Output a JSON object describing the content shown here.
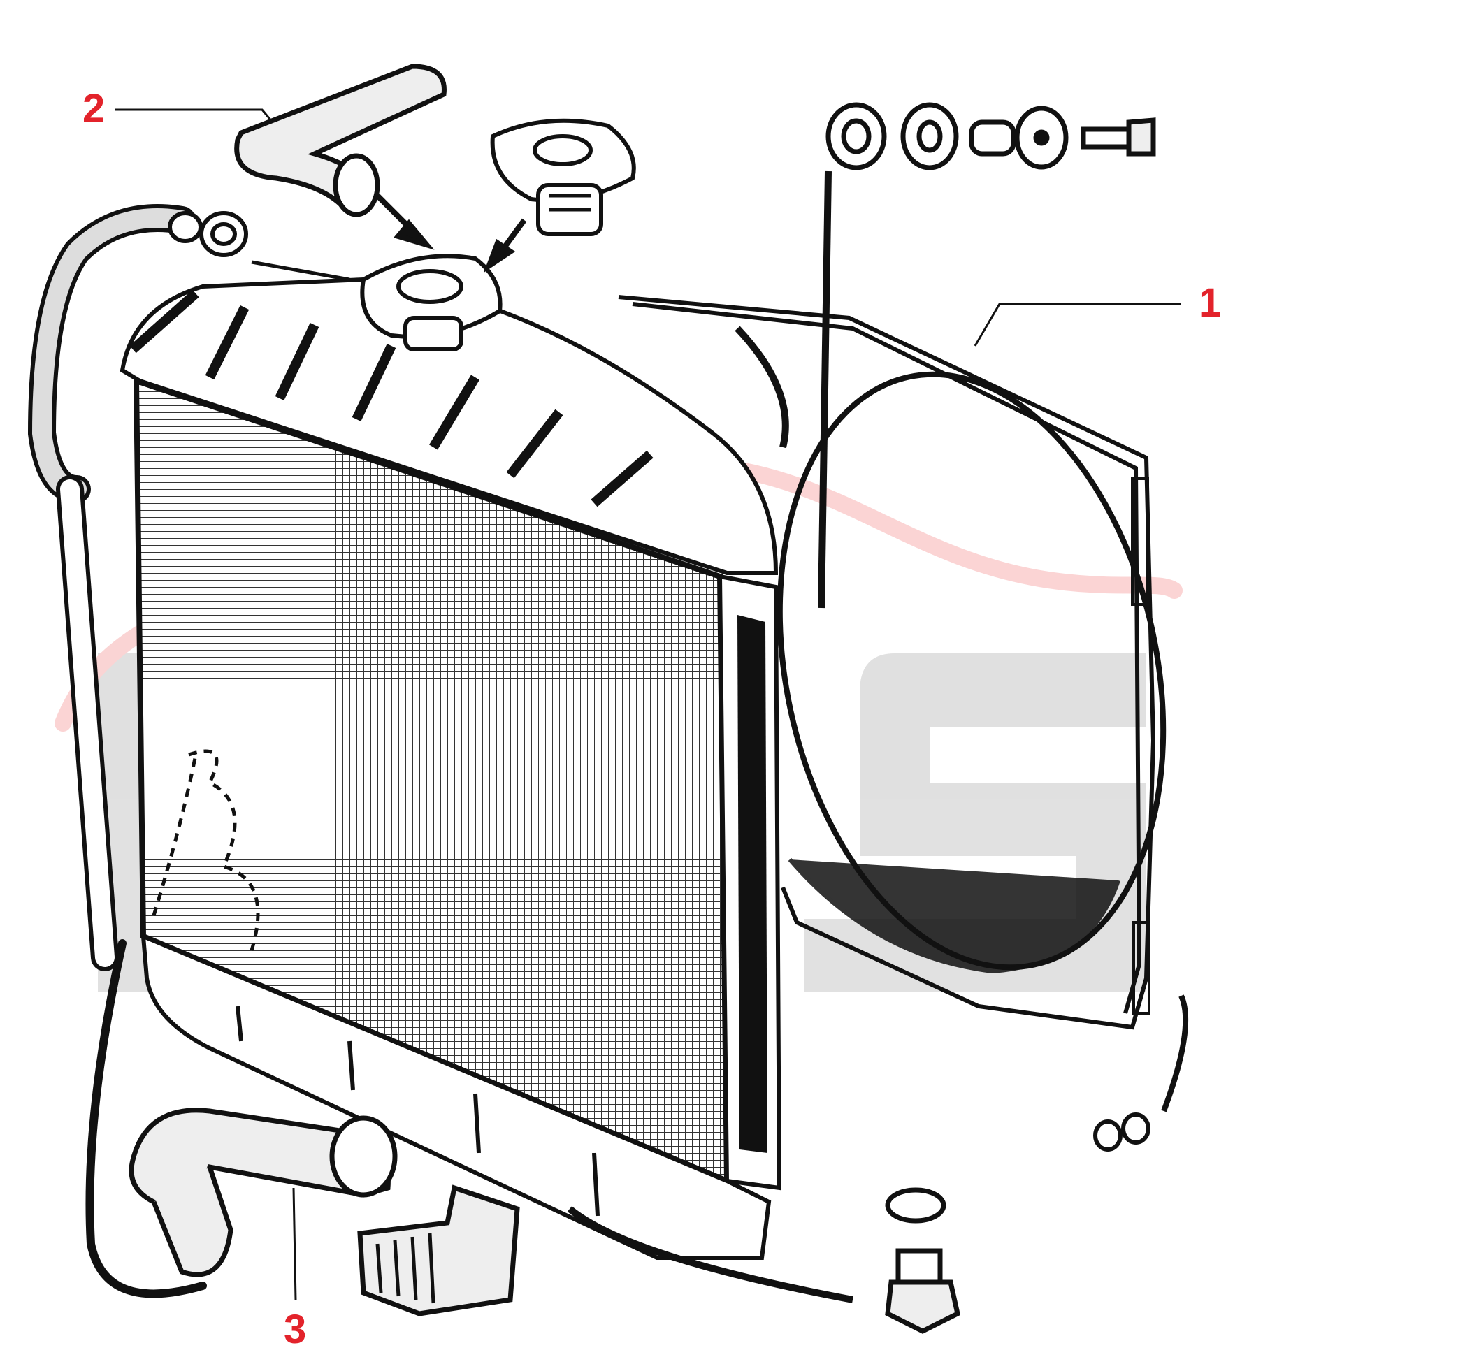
{
  "callouts": [
    {
      "number": "1",
      "part": "fan-shroud"
    },
    {
      "number": "2",
      "part": "upper-hose"
    },
    {
      "number": "3",
      "part": "lower-hose"
    }
  ],
  "colors": {
    "callout": "#e3232b",
    "line_art": "#111111",
    "watermark_swoosh": "#f7b1b1",
    "watermark_letters": "#c8c8c8"
  },
  "watermark": {
    "text": "GTS",
    "style": "faint grey block letters with red swoosh"
  }
}
